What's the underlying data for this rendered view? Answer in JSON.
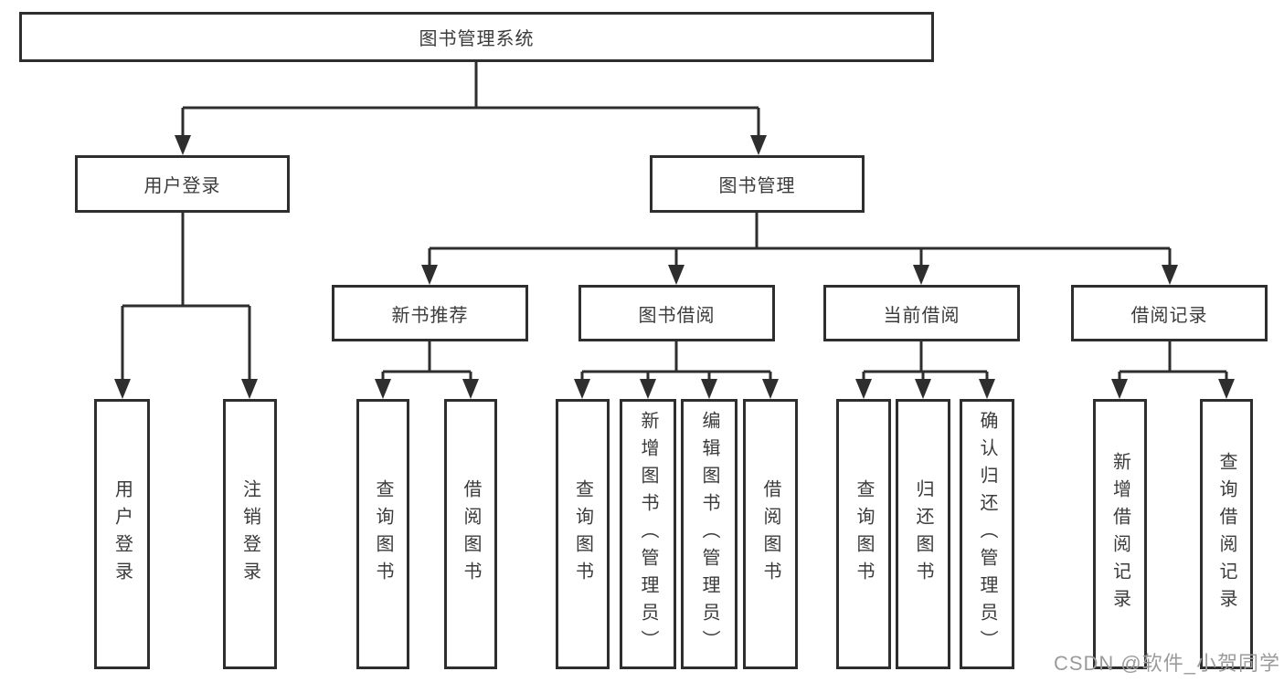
{
  "diagram": {
    "root": {
      "label": "图书管理系统"
    },
    "branches": [
      {
        "label": "用户登录",
        "children": [
          {
            "label": "用户登录"
          },
          {
            "label": "注销登录"
          }
        ]
      },
      {
        "label": "图书管理",
        "children": [
          {
            "label": "新书推荐",
            "children": [
              {
                "label": "查询图书"
              },
              {
                "label": "借阅图书"
              }
            ]
          },
          {
            "label": "图书借阅",
            "children": [
              {
                "label": "查询图书"
              },
              {
                "label": "新增图书（管理员）"
              },
              {
                "label": "编辑图书（管理员）"
              },
              {
                "label": "借阅图书"
              }
            ]
          },
          {
            "label": "当前借阅",
            "children": [
              {
                "label": "查询图书"
              },
              {
                "label": "归还图书"
              },
              {
                "label": "确认归还（管理员）"
              }
            ]
          },
          {
            "label": "借阅记录",
            "children": [
              {
                "label": "新增借阅记录"
              },
              {
                "label": "查询借阅记录"
              }
            ]
          }
        ]
      }
    ]
  },
  "watermark": {
    "text": "CSDN @软件_小贺同学"
  },
  "colors": {
    "line": "#2e2e2e",
    "box_border": "#2e2e2e",
    "box_fill": "#ffffff",
    "text": "#3b3b3b",
    "watermark": "#9b9b9b",
    "background": "#ffffff"
  }
}
